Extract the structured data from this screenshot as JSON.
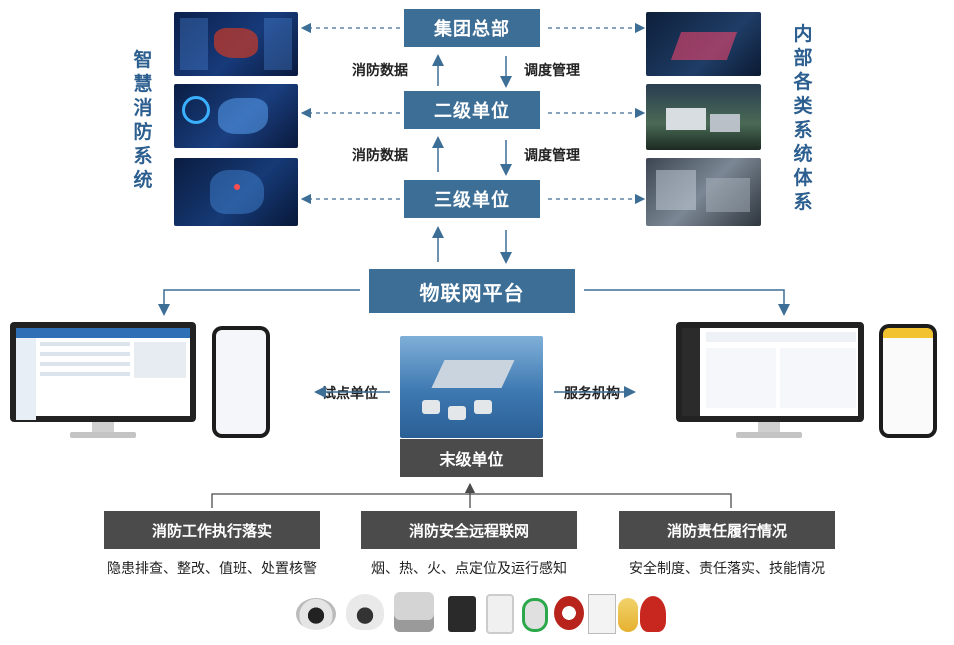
{
  "hierarchy": {
    "group_hq": "集团总部",
    "secondary_unit": "二级单位",
    "tertiary_unit": "三级单位",
    "iot_platform": "物联网平台",
    "terminal_unit": "末级单位"
  },
  "flows": {
    "up_1": "消防数据",
    "down_1": "调度管理",
    "up_2": "消防数据",
    "down_2": "调度管理"
  },
  "side_labels": {
    "left": "智慧消防系统",
    "right": "内部各类系统体系"
  },
  "middle": {
    "left_label": "试点单位",
    "right_label": "服务机构"
  },
  "bottom_boxes": [
    {
      "title": "消防工作执行落实",
      "desc": "隐患排查、整改、值班、处置核警"
    },
    {
      "title": "消防安全远程联网",
      "desc": "烟、热、火、点定位及运行感知"
    },
    {
      "title": "消防责任履行情况",
      "desc": "安全制度、责任落实、技能情况"
    }
  ],
  "colors": {
    "accent_blue": "#3d6e96",
    "dark_gray": "#4b4b4b",
    "side_text": "#2c5f8f"
  }
}
